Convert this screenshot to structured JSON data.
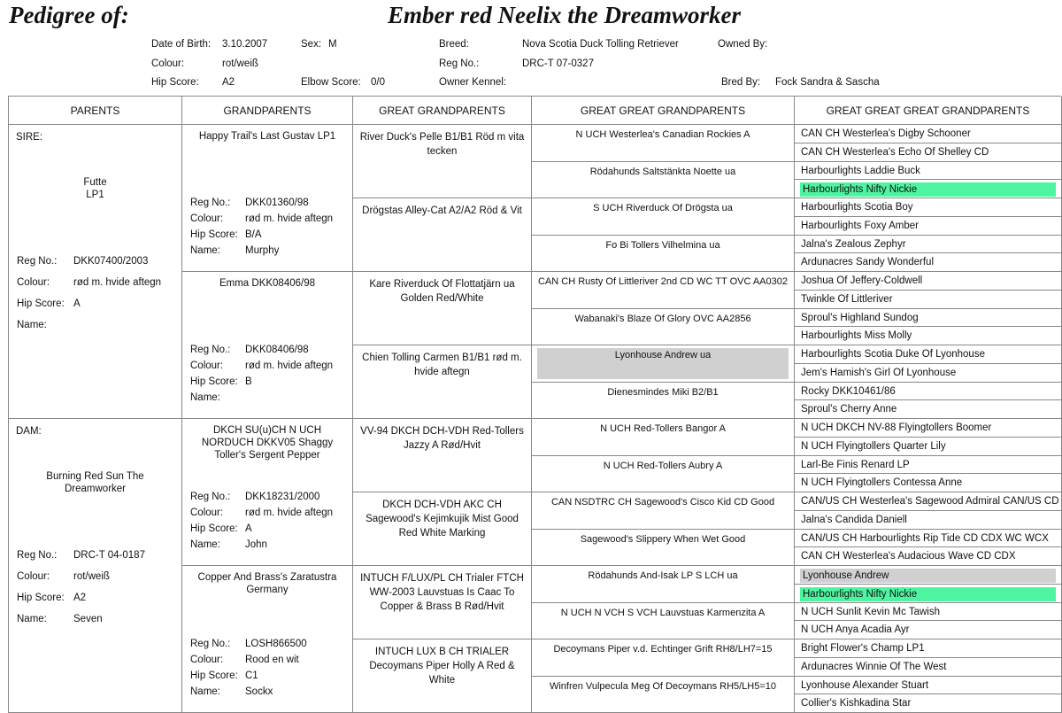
{
  "title_label": "Pedigree of:",
  "dog_name": "Ember red Neelix the Dreamworker",
  "info": {
    "dob_label": "Date of Birth:",
    "dob": "3.10.2007",
    "sex_label": "Sex:",
    "sex": "M",
    "breed_label": "Breed:",
    "breed": "Nova Scotia Duck Tolling Retriever",
    "owned_label": "Owned By:",
    "colour_label": "Colour:",
    "colour": "rot/weiß",
    "reg_label": "Reg No.:",
    "reg": "DRC-T 07-0327",
    "hip_label": "Hip Score:",
    "hip": "A2",
    "elbow_label": "Elbow Score:",
    "elbow": "0/0",
    "kennel_label": "Owner Kennel:",
    "bred_label": "Bred By:",
    "bred": "Fock Sandra & Sascha"
  },
  "headers": [
    "PARENTS",
    "GRANDPARENTS",
    "GREAT GRANDPARENTS",
    "GREAT GREAT GRANDPARENTS",
    "GREAT GREAT GREAT GRANDPARENTS"
  ],
  "field_labels": [
    "Reg No.:",
    "Colour:",
    "Hip Score:",
    "Name:"
  ],
  "parents": [
    {
      "label": "SIRE:",
      "name": "Futte\nLP1",
      "values": [
        "DKK07400/2003",
        "rød m. hvide aftegn",
        "A",
        ""
      ]
    },
    {
      "label": "DAM:",
      "name": "Burning Red Sun The\nDreamworker",
      "values": [
        "DRC-T 04-0187",
        "rot/weiß",
        "A2",
        "Seven"
      ]
    }
  ],
  "grandparents": [
    {
      "name": "Happy Trail's Last Gustav  LP1",
      "values": [
        "DKK01360/98",
        "rød m. hvide aftegn",
        "B/A",
        "Murphy"
      ]
    },
    {
      "name": "Emma DKK08406/98",
      "values": [
        "DKK08406/98",
        "rød m. hvide aftegn",
        "B",
        ""
      ]
    },
    {
      "name": "DKCH SU(u)CH N UCH NORDUCH DKKV05 Shaggy Toller's Sergent Pepper",
      "values": [
        "DKK18231/2000",
        "rød m. hvide aftegn",
        "A",
        "John"
      ]
    },
    {
      "name": "Copper And Brass's Zaratustra Germany",
      "values": [
        "LOSH866500",
        "Rood en wit",
        "C1",
        "Sockx"
      ]
    }
  ],
  "great_grandparents": [
    "River Duck's Pelle B1/B1 Röd m vita tecken",
    "Drögstas Alley-Cat A2/A2 Röd & Vit",
    "Kare Riverduck Of Flottatjärn ua Golden Red/White",
    "Chien Tolling Carmen B1/B1  rød m. hvide aftegn",
    "VV-94 DKCH DCH-VDH Red-Tollers Jazzy A Rød/Hvit",
    "DKCH DCH-VDH AKC CH Sagewood's Kejimkujik Mist Good Red White Marking",
    "INTUCH F/LUX/PL CH Trialer FTCH WW-2003 Lauvstuas Is Caac To Copper & Brass B Rød/Hvit",
    "INTUCH LUX B CH TRIALER Decoymans Piper Holly A Red & White"
  ],
  "gg_grandparents": [
    {
      "name": "N UCH Westerlea's Canadian Rockies  A"
    },
    {
      "name": "Rödahunds Saltstänkta Noette  ua"
    },
    {
      "name": "S UCH Riverduck Of Drögsta  ua"
    },
    {
      "name": "Fo Bi Tollers Vilhelmina  ua"
    },
    {
      "name": "CAN CH Rusty Of Littleriver 2nd CD WC TT OVC AA0302"
    },
    {
      "name": "Wabanaki's Blaze Of Glory  OVC AA2856"
    },
    {
      "name": "Lyonhouse Andrew  ua",
      "highlight": "#d0d0d0"
    },
    {
      "name": "Dienesmindes Miki  B2/B1"
    },
    {
      "name": "N UCH Red-Tollers Bangor  A"
    },
    {
      "name": "N UCH Red-Tollers Aubry  A"
    },
    {
      "name": "CAN NSDTRC CH Sagewood's Cisco Kid CD Good"
    },
    {
      "name": "Sagewood's Slippery When Wet  Good"
    },
    {
      "name": "Rödahunds And-Isak LP S LCH ua"
    },
    {
      "name": "N UCH N VCH S VCH Lauvstuas Karmenzita  A"
    },
    {
      "name": "Decoymans Piper v.d. Echtinger Grift  RH8/LH7=15"
    },
    {
      "name": "Winfren Vulpecula Meg Of Decoymans  RH5/LH5=10"
    }
  ],
  "ggg_grandparents": [
    {
      "name": "CAN CH Westerlea's Digby Schooner"
    },
    {
      "name": "CAN CH Westerlea's Echo Of Shelley CD"
    },
    {
      "name": "Harbourlights Laddie Buck"
    },
    {
      "name": "Harbourlights Nifty Nickie",
      "highlight": "#4ef5a0"
    },
    {
      "name": "Harbourlights Scotia Boy"
    },
    {
      "name": "Harbourlights Foxy Amber"
    },
    {
      "name": "Jalna's Zealous Zephyr"
    },
    {
      "name": "Ardunacres Sandy Wonderful"
    },
    {
      "name": "Joshua Of Jeffery-Coldwell"
    },
    {
      "name": "Twinkle Of Littleriver"
    },
    {
      "name": "Sproul's Highland Sundog"
    },
    {
      "name": "Harbourlights Miss Molly"
    },
    {
      "name": "Harbourlights Scotia Duke Of Lyonhouse"
    },
    {
      "name": "Jem's Hamish's Girl Of Lyonhouse"
    },
    {
      "name": "Rocky DKK10461/86"
    },
    {
      "name": "Sproul's Cherry Anne"
    },
    {
      "name": "N UCH DKCH NV-88 Flyingtollers Boomer"
    },
    {
      "name": "N UCH Flyingtollers Quarter Lily"
    },
    {
      "name": "Larl-Be Finis Renard LP"
    },
    {
      "name": "N UCH Flyingtollers Contessa Anne"
    },
    {
      "name": "CAN/US CH Westerlea's Sagewood Admiral CAN/US CD"
    },
    {
      "name": "Jalna's Candida Daniell"
    },
    {
      "name": "CAN/US CH Harbourlights Rip Tide CD CDX WC WCX"
    },
    {
      "name": "CAN CH Westerlea's Audacious Wave CD CDX"
    },
    {
      "name": "Lyonhouse Andrew",
      "highlight": "#d0d0d0"
    },
    {
      "name": "Harbourlights Nifty Nickie",
      "highlight": "#4ef5a0"
    },
    {
      "name": "N UCH Sunlit Kevin Mc Tawish"
    },
    {
      "name": "N UCH Anya Acadia Ayr"
    },
    {
      "name": "Bright Flower's Champ LP1"
    },
    {
      "name": "Ardunacres Winnie Of The West"
    },
    {
      "name": "Lyonhouse Alexander Stuart"
    },
    {
      "name": "Collier's Kishkadina Star"
    }
  ]
}
